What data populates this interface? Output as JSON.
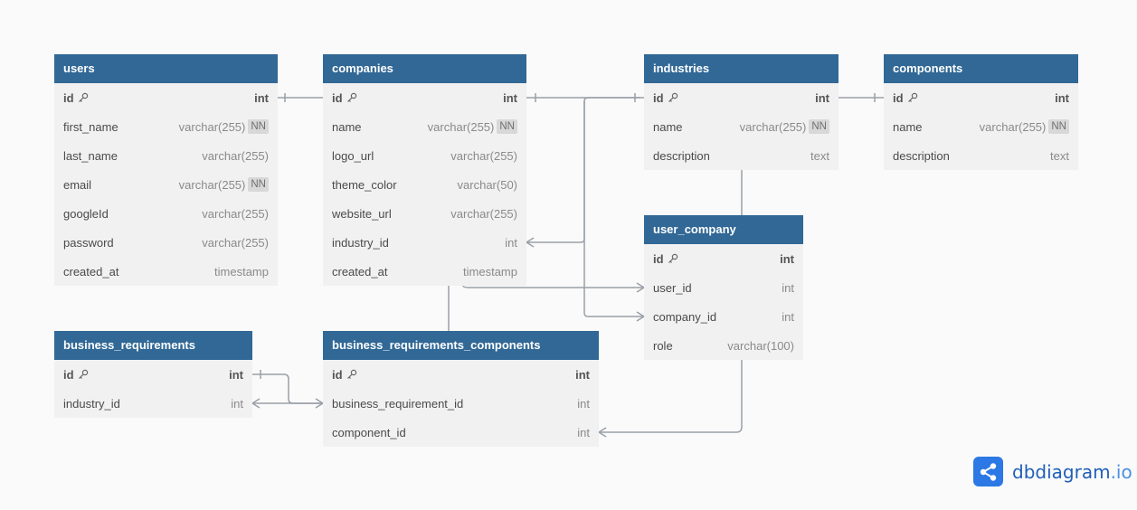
{
  "tables": [
    {
      "key": "users",
      "name": "users",
      "fields": [
        {
          "name": "id",
          "type": "int",
          "pk": true
        },
        {
          "name": "first_name",
          "type": "varchar(255)",
          "nn": true
        },
        {
          "name": "last_name",
          "type": "varchar(255)"
        },
        {
          "name": "email",
          "type": "varchar(255)",
          "nn": true
        },
        {
          "name": "googleId",
          "type": "varchar(255)"
        },
        {
          "name": "password",
          "type": "varchar(255)"
        },
        {
          "name": "created_at",
          "type": "timestamp"
        }
      ]
    },
    {
      "key": "companies",
      "name": "companies",
      "fields": [
        {
          "name": "id",
          "type": "int",
          "pk": true
        },
        {
          "name": "name",
          "type": "varchar(255)",
          "nn": true
        },
        {
          "name": "logo_url",
          "type": "varchar(255)"
        },
        {
          "name": "theme_color",
          "type": "varchar(50)"
        },
        {
          "name": "website_url",
          "type": "varchar(255)"
        },
        {
          "name": "industry_id",
          "type": "int"
        },
        {
          "name": "created_at",
          "type": "timestamp"
        }
      ]
    },
    {
      "key": "industries",
      "name": "industries",
      "fields": [
        {
          "name": "id",
          "type": "int",
          "pk": true
        },
        {
          "name": "name",
          "type": "varchar(255)",
          "nn": true
        },
        {
          "name": "description",
          "type": "text"
        }
      ]
    },
    {
      "key": "components",
      "name": "components",
      "fields": [
        {
          "name": "id",
          "type": "int",
          "pk": true
        },
        {
          "name": "name",
          "type": "varchar(255)",
          "nn": true
        },
        {
          "name": "description",
          "type": "text"
        }
      ]
    },
    {
      "key": "user_company",
      "name": "user_company",
      "fields": [
        {
          "name": "id",
          "type": "int",
          "pk": true
        },
        {
          "name": "user_id",
          "type": "int"
        },
        {
          "name": "company_id",
          "type": "int"
        },
        {
          "name": "role",
          "type": "varchar(100)"
        }
      ]
    },
    {
      "key": "business_requirements",
      "name": "business_requirements",
      "fields": [
        {
          "name": "id",
          "type": "int",
          "pk": true
        },
        {
          "name": "industry_id",
          "type": "int"
        }
      ]
    },
    {
      "key": "business_requirements_components",
      "name": "business_requirements_components",
      "fields": [
        {
          "name": "id",
          "type": "int",
          "pk": true
        },
        {
          "name": "business_requirement_id",
          "type": "int"
        },
        {
          "name": "component_id",
          "type": "int"
        }
      ]
    }
  ],
  "nn_label": "NN",
  "brand": {
    "name": "dbdiagram",
    "suffix": ".io",
    "icon": "share-nodes-icon",
    "color": "#2c78e4"
  },
  "colors": {
    "header": "#316896",
    "body": "#f1f1f1",
    "line": "#9aa0a8"
  }
}
